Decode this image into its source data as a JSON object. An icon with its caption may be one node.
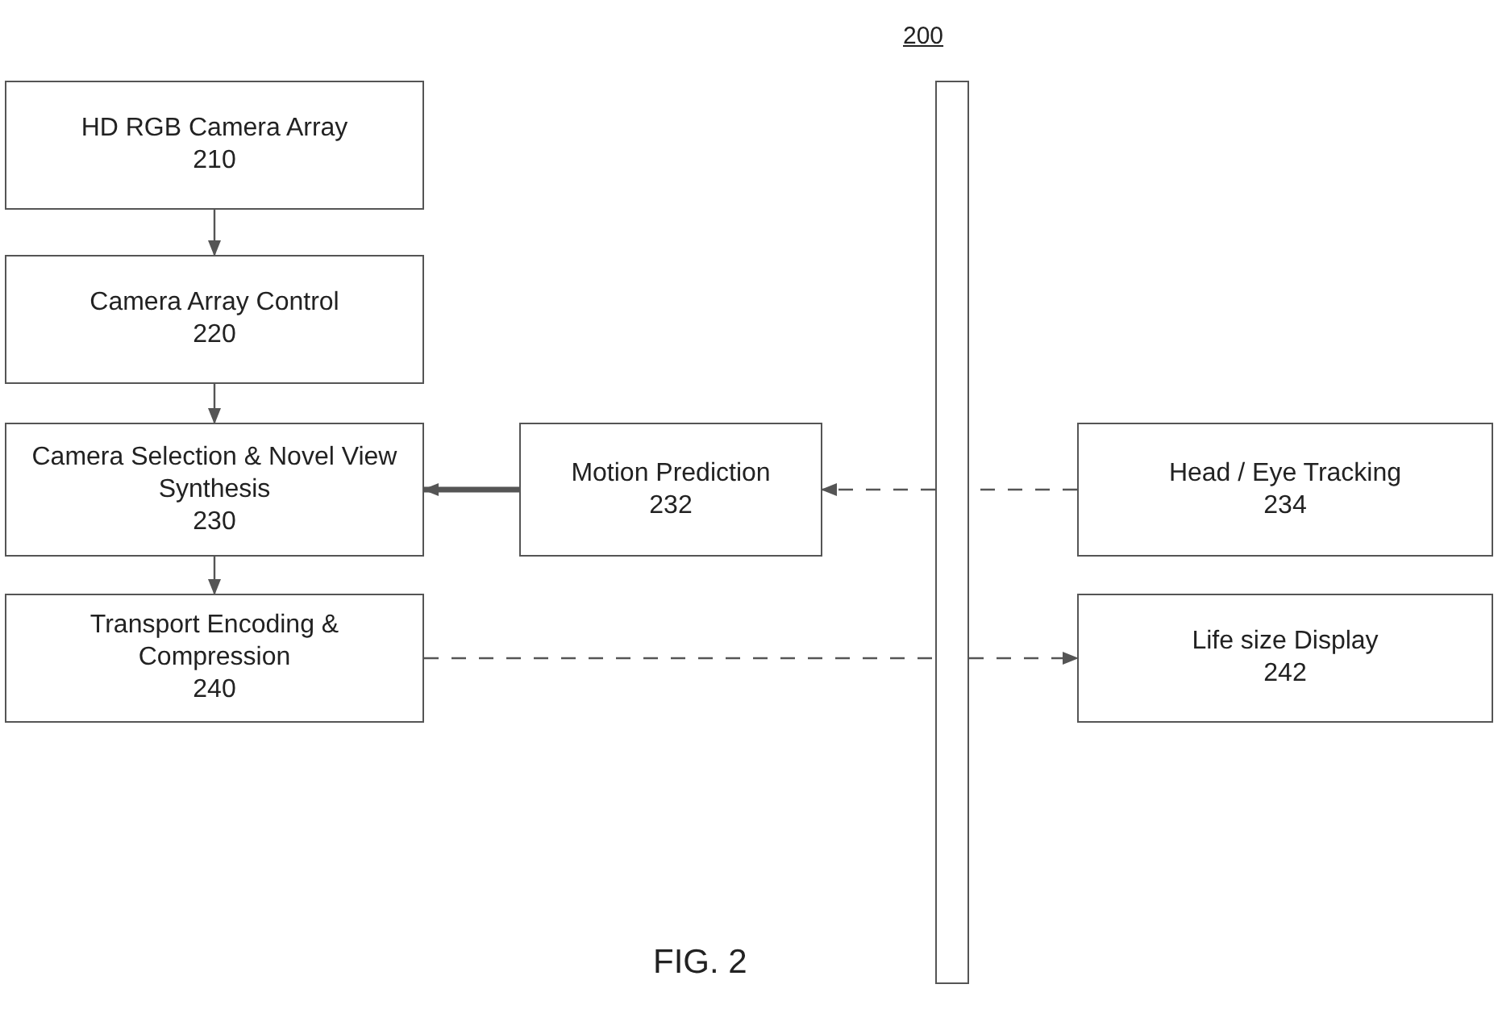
{
  "diagram": {
    "title": "200",
    "caption": "FIG. 2",
    "nodes": [
      {
        "text": [
          "HD RGB Camera Array",
          "210"
        ]
      },
      {
        "text": [
          "Camera Array Control",
          "220"
        ]
      },
      {
        "text": [
          "Camera Selection & Novel View Synthesis",
          "230"
        ]
      },
      {
        "text": [
          "Motion Prediction",
          "232"
        ]
      },
      {
        "text": [],
        "shape": "bar"
      },
      {
        "text": [
          "Head / Eye Tracking",
          "234"
        ]
      },
      {
        "text": [
          "Transport Encoding & Compression",
          "240"
        ]
      },
      {
        "text": [
          "Life size Display",
          "242"
        ]
      }
    ],
    "edges": [
      {
        "from": 0,
        "to": 1,
        "arrow": "to"
      },
      {
        "from": 1,
        "to": 2,
        "arrow": "to"
      },
      {
        "from": 3,
        "to": 2,
        "arrow": "to",
        "style": "thick"
      },
      {
        "from": 5,
        "to": 4,
        "arrow": "none",
        "style": "dashed"
      },
      {
        "from": 4,
        "to": 3,
        "arrow": "to",
        "style": "dashed"
      },
      {
        "from": 2,
        "to": 6,
        "arrow": "to"
      },
      {
        "from": 6,
        "to": 4,
        "arrow": "none",
        "style": "dashed"
      },
      {
        "from": 4,
        "to": 7,
        "arrow": "to",
        "style": "dashed"
      }
    ]
  }
}
